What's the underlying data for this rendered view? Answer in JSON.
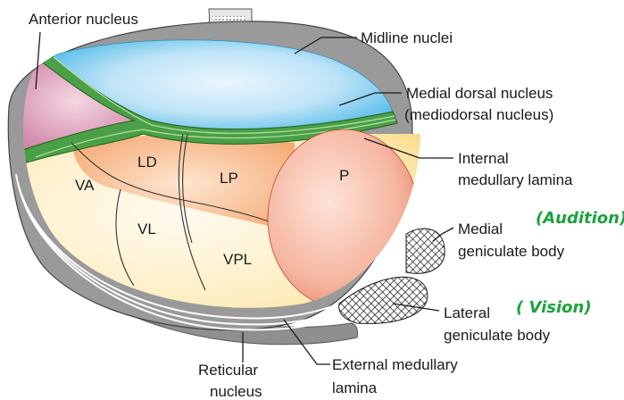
{
  "labels": {
    "anterior_nucleus": "Anterior nucleus",
    "midline_nuclei": "Midline nuclei",
    "medial_dorsal_line1": "Medial dorsal nucleus",
    "medial_dorsal_line2": "(mediodorsal nucleus)",
    "internal_lamina_line1": "Internal",
    "internal_lamina_line2": "medullary lamina",
    "medial_geniculate_line1": "Medial",
    "medial_geniculate_line2": "geniculate body",
    "lateral_geniculate_line1": "Lateral",
    "lateral_geniculate_line2": "geniculate body",
    "reticular_line1": "Reticular",
    "reticular_line2": "nucleus",
    "external_lamina_line1": "External medullary",
    "external_lamina_line2": "lamina"
  },
  "regions": {
    "va": "VA",
    "ld": "LD",
    "lp": "LP",
    "p": "P",
    "vl": "VL",
    "vpl": "VPL"
  },
  "annotations": {
    "audition": "(Audition)",
    "vision": "( Vision)"
  },
  "colors": {
    "outer_shell": "#8c8c8c",
    "medial_dorsal": "#6ec6ee",
    "anterior": "#d98fb0",
    "lamina_green": "#4fa04a",
    "lateral_nuclei": "#f6b98a",
    "ventral_nuclei": "#fbe39a",
    "pulvinar": "#f3a58e",
    "annotation_ink": "#1aa33a"
  }
}
